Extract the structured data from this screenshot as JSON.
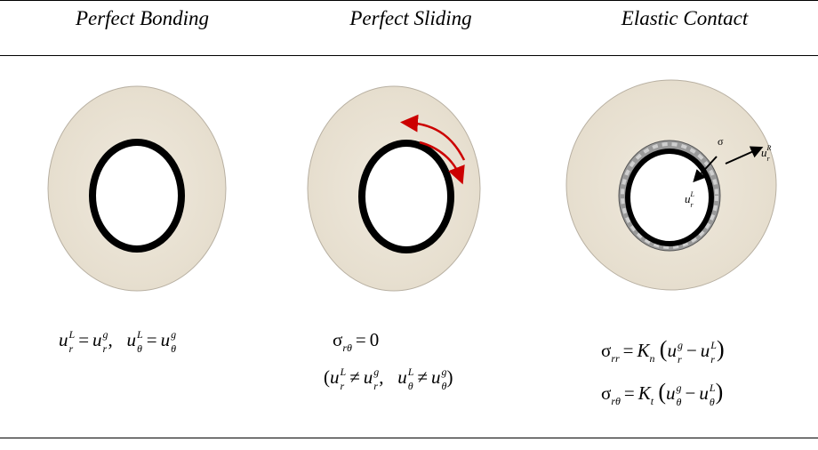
{
  "headers": {
    "bonding": "Perfect Bonding",
    "sliding": "Perfect Sliding",
    "elastic": "Elastic Contact"
  },
  "elastic_labels": {
    "sigma": "σ",
    "u_R": "u",
    "u_R_sup": "R",
    "u_R_sub": "r",
    "u_L": "u",
    "u_L_sup": "L",
    "u_L_sub": "r"
  },
  "colors": {
    "soil": "#ece5d8",
    "liner": "#000000",
    "arrow": "#cc0000",
    "springs": "#8a8a8a"
  }
}
